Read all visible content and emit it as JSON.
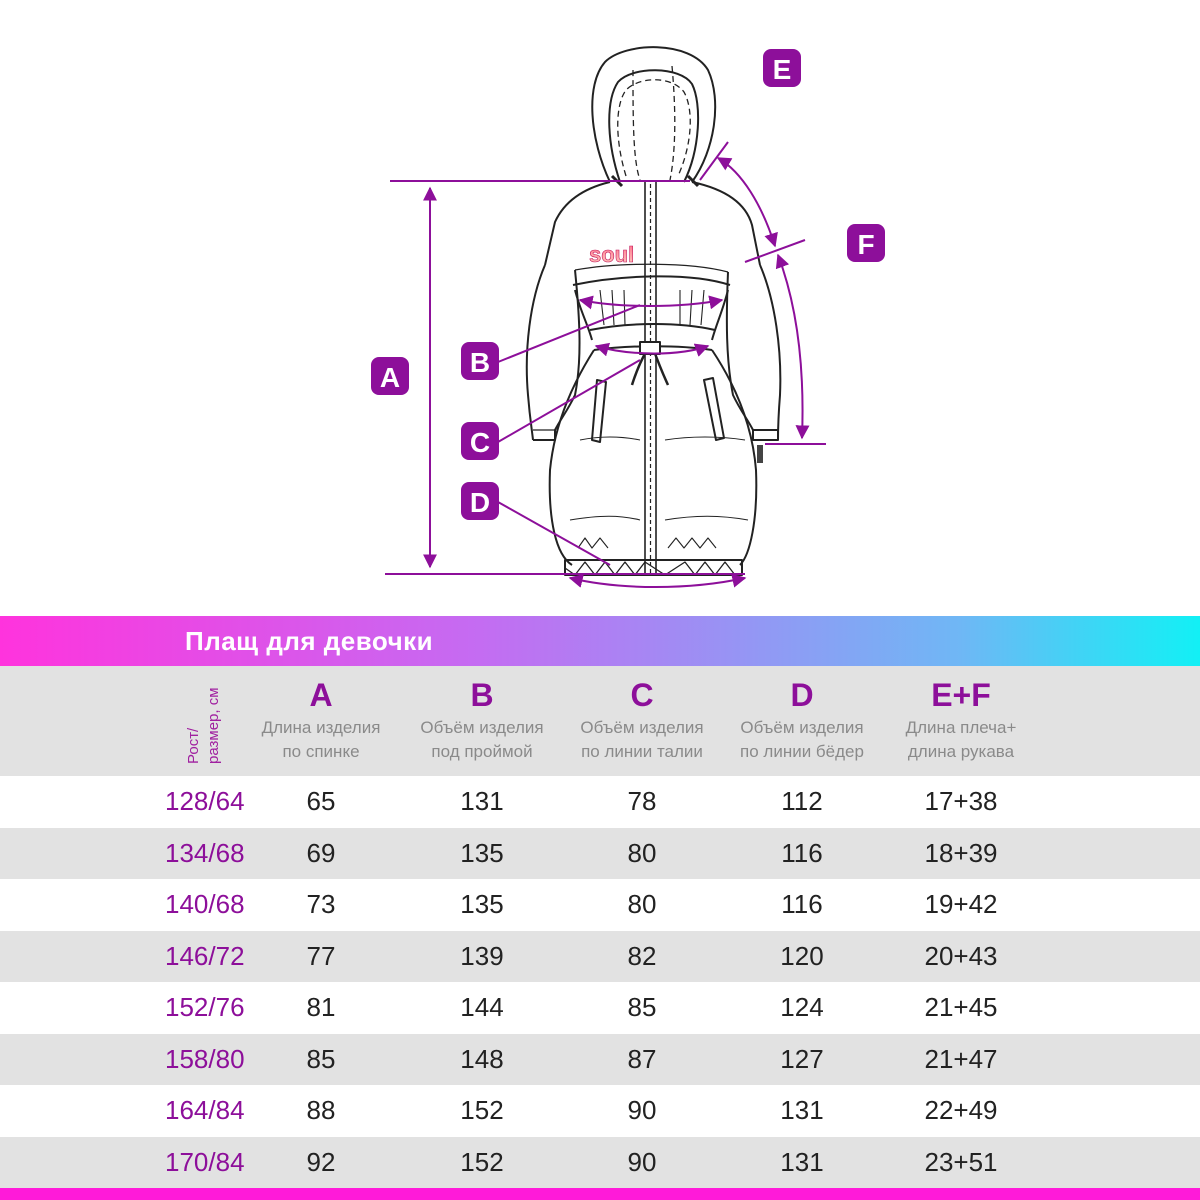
{
  "figure": {
    "logo_text": "soul",
    "badges": [
      "A",
      "B",
      "C",
      "D",
      "E",
      "F"
    ],
    "accent_color": "#8d0f9a",
    "line_color": "#222222"
  },
  "table": {
    "title": "Плащ для девочки",
    "size_header": "Рост/\nразмер, см",
    "columns": [
      {
        "letter": "A",
        "desc1": "Длина изделия",
        "desc2": "по спинке"
      },
      {
        "letter": "B",
        "desc1": "Объём изделия",
        "desc2": "под проймой"
      },
      {
        "letter": "C",
        "desc1": "Объём изделия",
        "desc2": "по линии талии"
      },
      {
        "letter": "D",
        "desc1": "Объём изделия",
        "desc2": "по линии бёдер"
      },
      {
        "letter": "E+F",
        "desc1": "Длина плеча+",
        "desc2": "длина рукава"
      }
    ],
    "rows": [
      {
        "size": "128/64",
        "a": "65",
        "b": "131",
        "c": "78",
        "d": "112",
        "ef": "17+38"
      },
      {
        "size": "134/68",
        "a": "69",
        "b": "135",
        "c": "80",
        "d": "116",
        "ef": "18+39"
      },
      {
        "size": "140/68",
        "a": "73",
        "b": "135",
        "c": "80",
        "d": "116",
        "ef": "19+42"
      },
      {
        "size": "146/72",
        "a": "77",
        "b": "139",
        "c": "82",
        "d": "120",
        "ef": "20+43"
      },
      {
        "size": "152/76",
        "a": "81",
        "b": "144",
        "c": "85",
        "d": "124",
        "ef": "21+45"
      },
      {
        "size": "158/80",
        "a": "85",
        "b": "148",
        "c": "87",
        "d": "127",
        "ef": "21+47"
      },
      {
        "size": "164/84",
        "a": "88",
        "b": "152",
        "c": "90",
        "d": "131",
        "ef": "22+49"
      },
      {
        "size": "170/84",
        "a": "92",
        "b": "152",
        "c": "90",
        "d": "131",
        "ef": "23+51"
      }
    ]
  },
  "colors": {
    "title_gradient_start": "#ff33dd",
    "title_gradient_end": "#12f0f5",
    "row_alt": "#e2e2e2",
    "size_text": "#8d0f9a",
    "bottom_bar": "#ff1ad9"
  }
}
